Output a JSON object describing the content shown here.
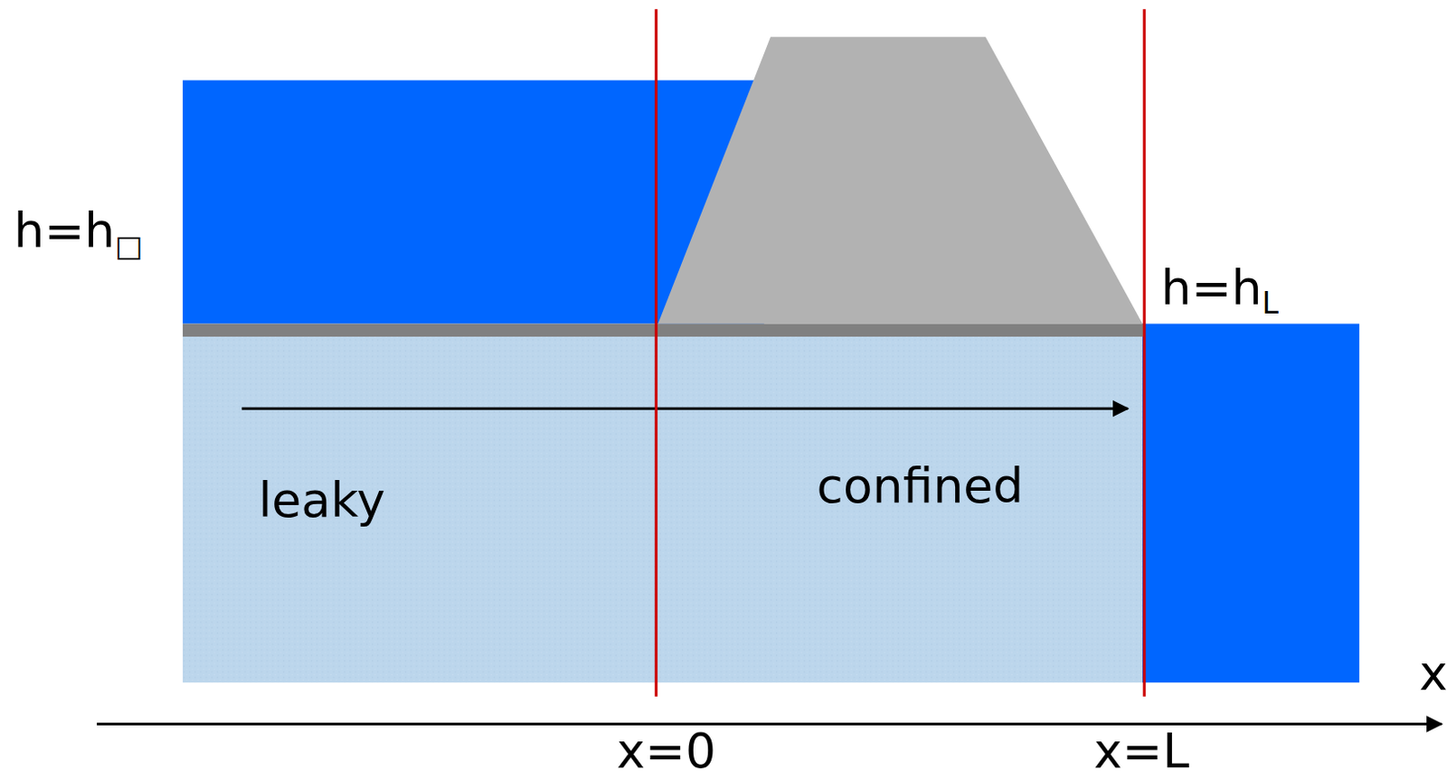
{
  "diagram": {
    "labels": [
      "h=h□",
      "h=hL",
      "leaky",
      "confined",
      "x=0",
      "x=L",
      "x"
    ]
  }
}
